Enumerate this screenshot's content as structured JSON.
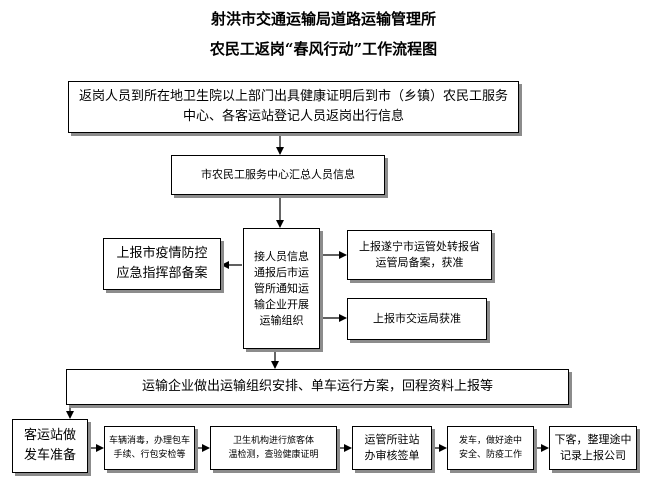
{
  "title_line1": "射洪市交通运输局道路运输管理所",
  "title_line2": "农民工返岗“春风行动”工作流程图",
  "boxes": {
    "step1": "返岗人员到所在地卫生院以上部门出具健康证明后到市（乡镇）农民工服务中心、各客运站登记人员返岗出行信息",
    "step2": "市农民工服务中心汇总人员信息",
    "left_report": "上报市疫情防控\n应急指挥部备案",
    "center": "接人员信息\n通报后市运\n管所通知运\n输企业开展\n运输组织",
    "right1": "上报遂宁市运管处转报省\n运管局备案，获准",
    "right2": "上报市交运局获准",
    "step3": "运输企业做出运输组织安排、单车运行方案，回程资料上报等",
    "b1": "客运站做\n发车准备",
    "b2": "车辆消毒，办理包车\n手续、行包安检等",
    "b3": "卫生机构进行旅客体\n温检测，查验健康证明",
    "b4": "运管所驻站\n办审核签单",
    "b5": "发车，做好途中\n安全、防疫工作",
    "b6": "下客，整理途中\n记录上报公司"
  }
}
